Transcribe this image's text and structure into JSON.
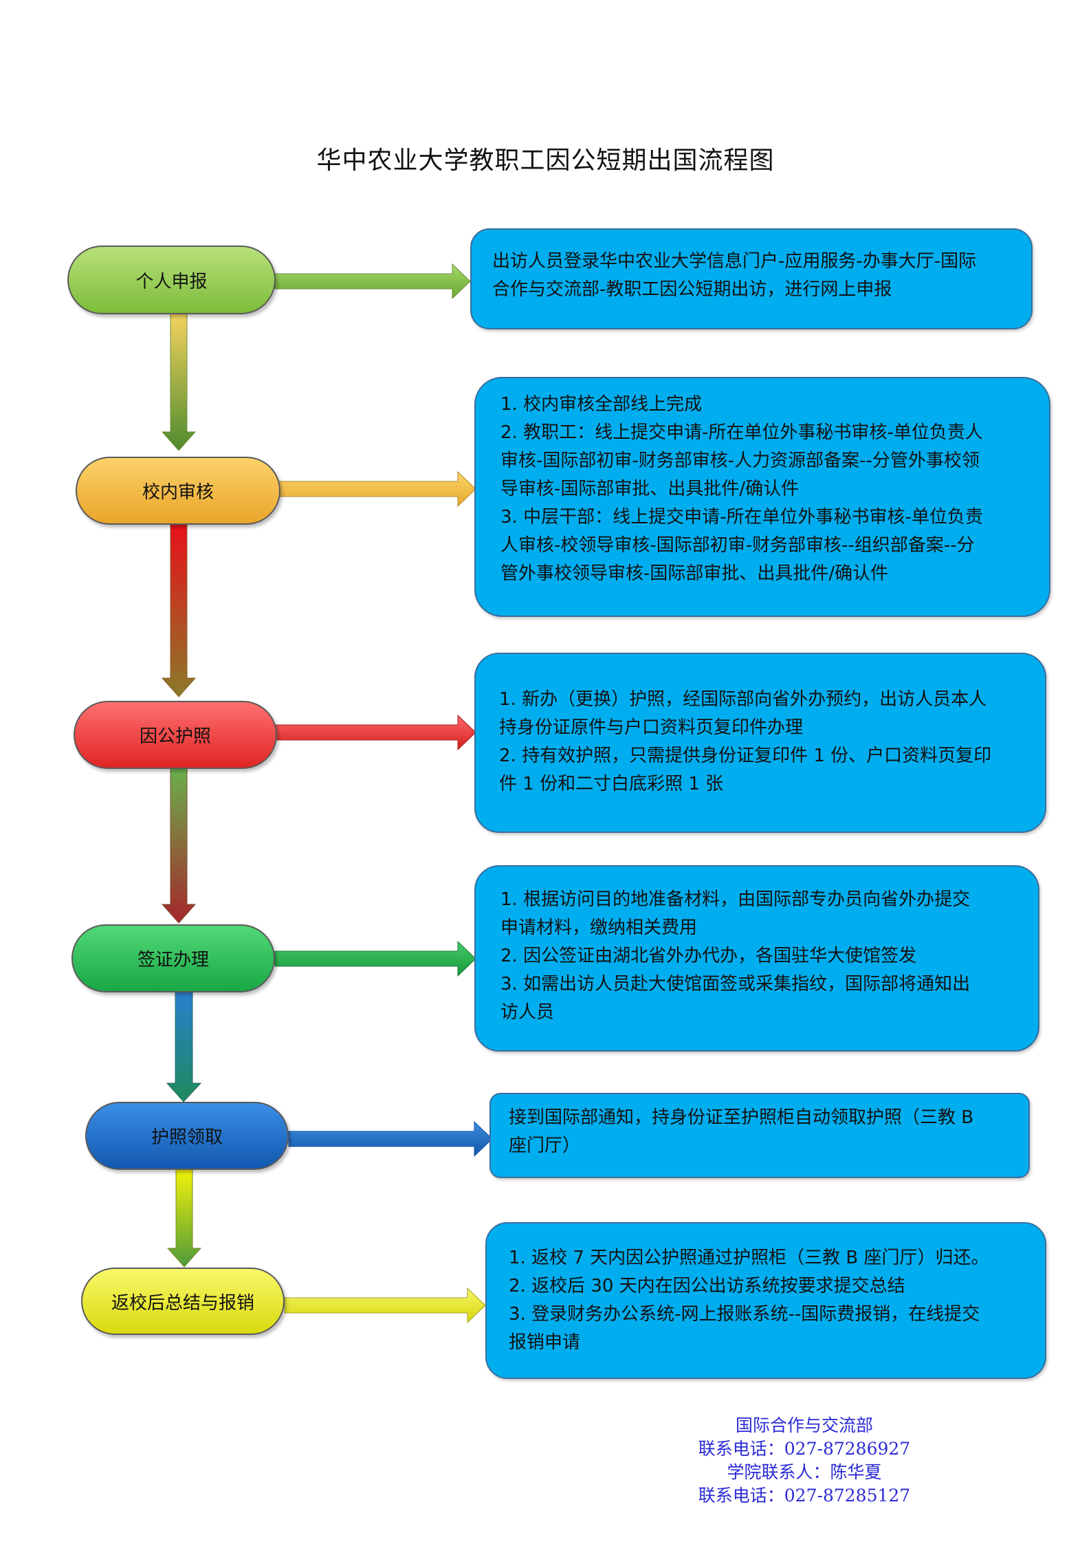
{
  "title": "华中农业大学教职工因公短期出国流程图",
  "colors": {
    "box_fill": "#00aeef",
    "step1": "#8cc63f",
    "step2": "#f7b731",
    "step3": "#ee2d2d",
    "step4": "#22b14c",
    "step5": "#1565c0",
    "step6": "#e5e515",
    "contact_text": "#2b2bd6"
  },
  "steps": [
    {
      "label": "个人申报",
      "lines": [
        "出访人员登录华中农业大学信息门户-应用服务-办事大厅-国际",
        "合作与交流部-教职工因公短期出访，进行网上申报"
      ]
    },
    {
      "label": "校内审核",
      "lines": [
        "1.  校内审核全部线上完成",
        "2.  教职工：线上提交申请-所在单位外事秘书审核-单位负责人",
        "审核-国际部初审-财务部审核-人力资源部备案--分管外事校领",
        "导审核-国际部审批、出具批件/确认件",
        "3.  中层干部：线上提交申请-所在单位外事秘书审核-单位负责",
        "人审核-校领导审核-国际部初审-财务部审核--组织部备案--分",
        "管外事校领导审核-国际部审批、出具批件/确认件"
      ]
    },
    {
      "label": "因公护照",
      "lines": [
        "1.  新办（更换）护照，经国际部向省外办预约，出访人员本人",
        "持身份证原件与户口资料页复印件办理",
        "2.  持有效护照，只需提供身份证复印件 1 份、户口资料页复印",
        "件 1 份和二寸白底彩照 1 张"
      ]
    },
    {
      "label": "签证办理",
      "lines": [
        "1.  根据访问目的地准备材料，由国际部专办员向省外办提交",
        "申请材料，缴纳相关费用",
        "2.  因公签证由湖北省外办代办，各国驻华大使馆签发",
        "3.  如需出访人员赴大使馆面签或采集指纹，国际部将通知出",
        "访人员"
      ]
    },
    {
      "label": "护照领取",
      "lines": [
        "接到国际部通知，持身份证至护照柜自动领取护照（三教 B",
        "座门厅）"
      ]
    },
    {
      "label": "返校后总结与报销",
      "lines": [
        "1. 返校 7 天内因公护照通过护照柜（三教 B 座门厅）归还。",
        "2. 返校后 30 天内在因公出访系统按要求提交总结",
        "3. 登录财务办公系统-网上报账系统--国际费报销，在线提交",
        "报销申请"
      ]
    }
  ],
  "contact": {
    "dept": "国际合作与交流部",
    "phone1": "联系电话：027-87286927",
    "person": "学院联系人：陈华夏",
    "phone2": "联系电话：027-87285127"
  }
}
